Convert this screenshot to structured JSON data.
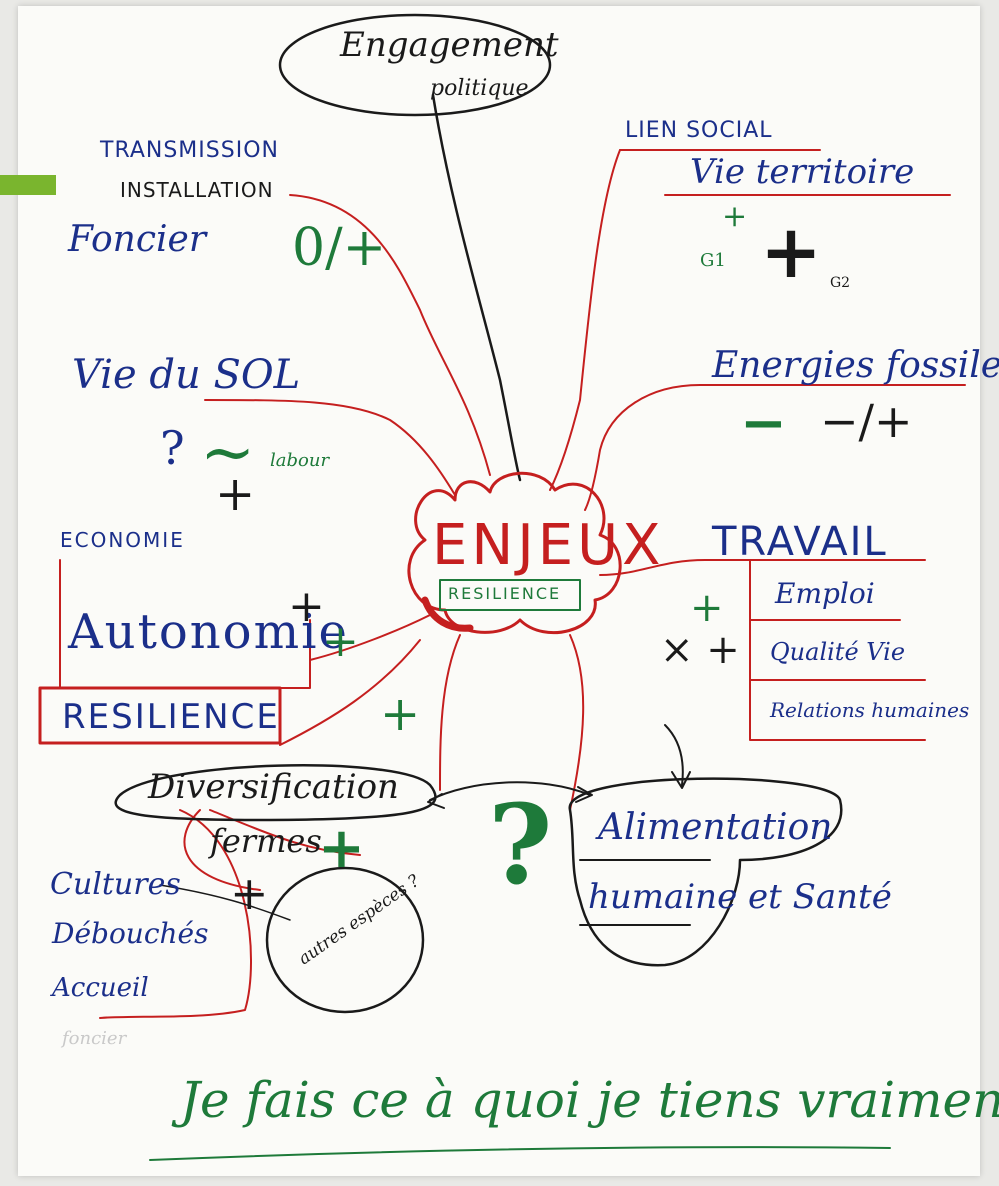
{
  "center": {
    "title": "ENJEUX",
    "subtitle": "RESILIENCE"
  },
  "top_node": {
    "line1": "Engagement",
    "line2": "politique"
  },
  "left": {
    "transmission": "TRANSMISSION",
    "installation": "INSTALLATION",
    "foncier": "Foncier",
    "foncier_mark": "0/+",
    "vie_du_sol": "Vie du SOL",
    "question": "?",
    "tilde": "~",
    "labour": "labour",
    "sol_plus": "+",
    "economie": "ECONOMIE",
    "autonomie": "Autonomie",
    "autonomie_plus1": "+",
    "autonomie_plus2": "+",
    "resilience": "RESILIENCE",
    "resilience_plus": "+"
  },
  "right": {
    "lien_social": "LIEN SOCIAL",
    "vie_territoire": "Vie territoire",
    "g1_plus": "+",
    "g1": "G1",
    "g2_plus": "+",
    "g2": "G2",
    "energies": "Energies fossiles",
    "energies_mark1": "−",
    "energies_mark2": "−/+",
    "travail": "TRAVAIL",
    "emploi": "Emploi",
    "qualite": "Qualité Vie",
    "relations": "Relations humaines",
    "travail_plus_green": "+",
    "travail_marks_black": "× +"
  },
  "bottom": {
    "diversification": "Diversification",
    "fermes": "fermes",
    "fermes_plus": "+",
    "cultures": "Cultures",
    "cultures_plus": "+",
    "debouches": "Débouchés",
    "accueil": "Accueil",
    "autres_especes": "autres espèces ?",
    "question": "?",
    "alimentation": "Alimentation",
    "humaine_sante": "humaine et Santé",
    "foncier_faint": "foncier",
    "slogan": "Je fais ce à quoi je tiens vraiment"
  },
  "colors": {
    "ink_blue": "#1b2f8a",
    "ink_red": "#c51f1f",
    "ink_green": "#1e7a3a",
    "ink_black": "#1a1a1a",
    "paper": "#fbfbf8",
    "accent_green": "#7ab52e"
  }
}
